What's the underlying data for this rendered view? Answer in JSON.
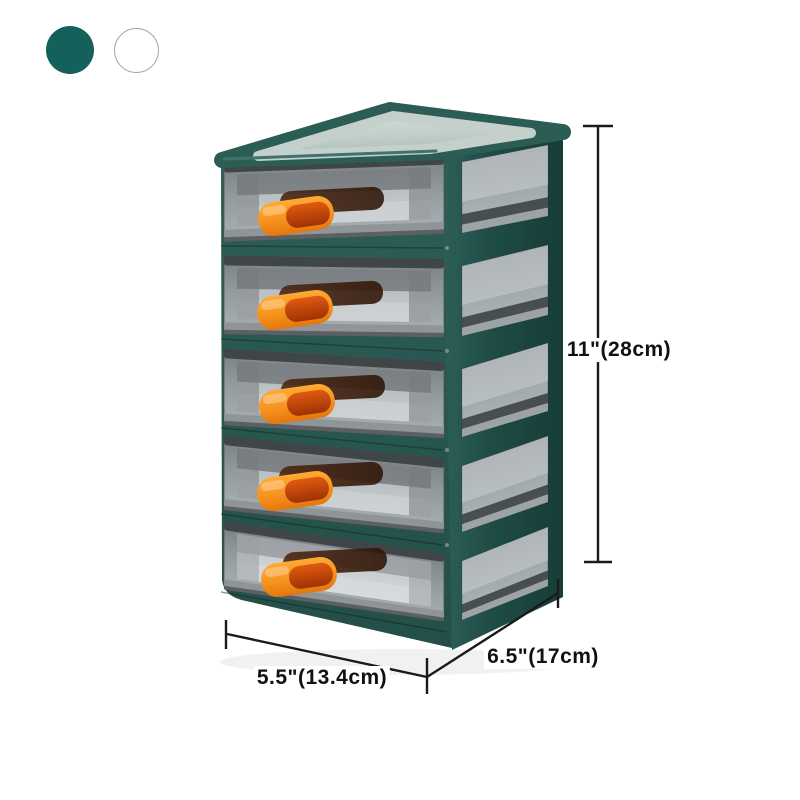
{
  "product": {
    "type": "drawer-storage-organizer",
    "drawer_count": 5
  },
  "swatches": [
    {
      "name": "teal",
      "color": "#14605A",
      "selected": true
    },
    {
      "name": "white",
      "color": "#FFFFFF",
      "selected": false
    }
  ],
  "dimensions": {
    "height_label": "11\"(28cm)",
    "width_label": "5.5\"(13.4cm)",
    "depth_label": "6.5\"(17cm)"
  },
  "colors": {
    "swatch_teal": "#14605A",
    "swatch_white": "#FFFFFF",
    "swatch_border": "#A5A5A5",
    "teal_frame": "#2B5D55",
    "teal_dark": "#1B443F",
    "top_panel": "#C5D0CD",
    "drawer_smoke": "#9B9FA2",
    "handle_orange": "#F6921E",
    "handle_inner": "#D8480E",
    "slot_brown": "#47240F",
    "dim_line": "#1A1A1A"
  }
}
